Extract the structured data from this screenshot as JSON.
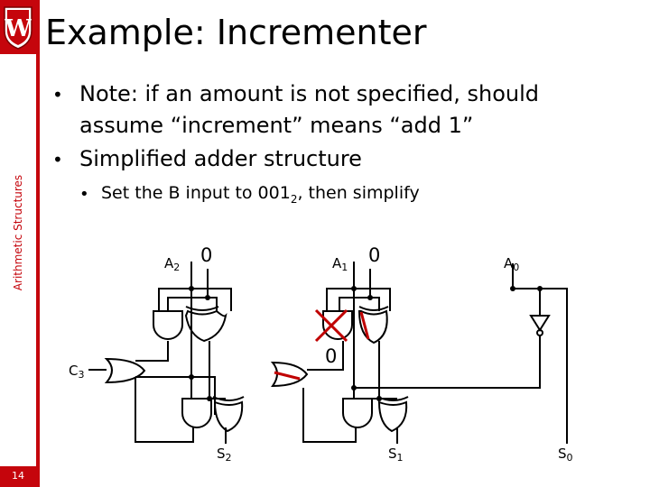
{
  "sidebar": {
    "course_label": "Arithmetic Structures",
    "page_number": "14",
    "logo_letter": "W"
  },
  "slide": {
    "title": "Example: Incrementer",
    "bullets": [
      {
        "line1": "Note: if an amount is not specified, should",
        "line2": "assume “increment” means “add 1”"
      },
      {
        "line1": "Simplified adder structure"
      }
    ],
    "sub_bullet": {
      "text": "Set the B input to 001",
      "subscript": "2",
      "suffix": ", then simplify"
    }
  },
  "diagram": {
    "inputs": [
      {
        "name": "A",
        "sub": "2",
        "b_value": "0"
      },
      {
        "name": "A",
        "sub": "1",
        "b_value": "0"
      },
      {
        "name": "A",
        "sub": "0"
      }
    ],
    "carry_in_value": "0",
    "carry_out": {
      "name": "C",
      "sub": "3"
    },
    "outputs": [
      {
        "name": "S",
        "sub": "2"
      },
      {
        "name": "S",
        "sub": "1"
      },
      {
        "name": "S",
        "sub": "0"
      }
    ],
    "colors": {
      "wire": "#000000",
      "strike": "#c00000",
      "accent": "#c5050c"
    }
  }
}
